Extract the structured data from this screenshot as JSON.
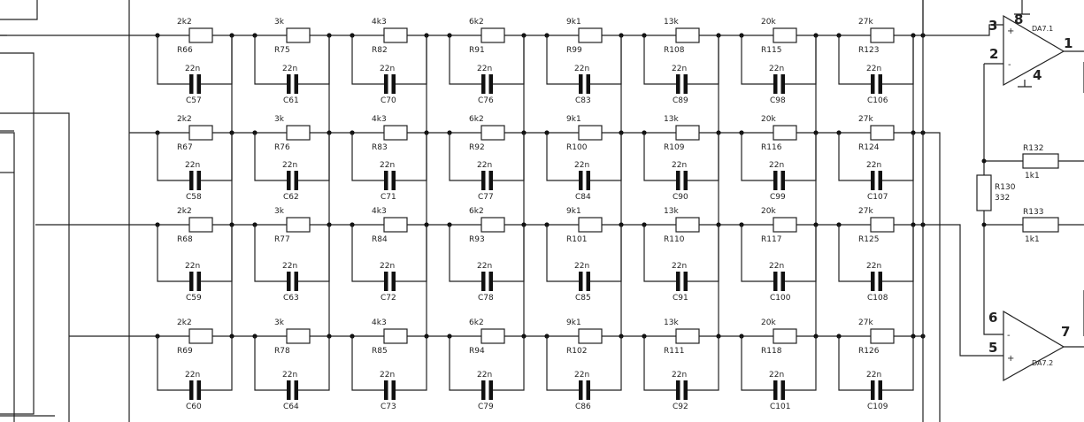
{
  "rows": [
    {
      "resistors": [
        {
          "value": "2k2",
          "ref": "R66"
        },
        {
          "value": "3k",
          "ref": "R75"
        },
        {
          "value": "4k3",
          "ref": "R82"
        },
        {
          "value": "6k2",
          "ref": "R91"
        },
        {
          "value": "9k1",
          "ref": "R99"
        },
        {
          "value": "13k",
          "ref": "R108"
        },
        {
          "value": "20k",
          "ref": "R115"
        },
        {
          "value": "27k",
          "ref": "R123"
        }
      ],
      "capacitors": [
        {
          "value": "22n",
          "ref": "C57"
        },
        {
          "value": "22n",
          "ref": "C61"
        },
        {
          "value": "22n",
          "ref": "C70"
        },
        {
          "value": "22n",
          "ref": "C76"
        },
        {
          "value": "22n",
          "ref": "C83"
        },
        {
          "value": "22n",
          "ref": "C89"
        },
        {
          "value": "22n",
          "ref": "C98"
        },
        {
          "value": "22n",
          "ref": "C106"
        }
      ]
    },
    {
      "resistors": [
        {
          "value": "2k2",
          "ref": "R67"
        },
        {
          "value": "3k",
          "ref": "R76"
        },
        {
          "value": "4k3",
          "ref": "R83"
        },
        {
          "value": "6k2",
          "ref": "R92"
        },
        {
          "value": "9k1",
          "ref": "R100"
        },
        {
          "value": "13k",
          "ref": "R109"
        },
        {
          "value": "20k",
          "ref": "R116"
        },
        {
          "value": "27k",
          "ref": "R124"
        }
      ],
      "capacitors": [
        {
          "value": "22n",
          "ref": "C58"
        },
        {
          "value": "22n",
          "ref": "C62"
        },
        {
          "value": "22n",
          "ref": "C71"
        },
        {
          "value": "22n",
          "ref": "C77"
        },
        {
          "value": "22n",
          "ref": "C84"
        },
        {
          "value": "22n",
          "ref": "C90"
        },
        {
          "value": "22n",
          "ref": "C99"
        },
        {
          "value": "22n",
          "ref": "C107"
        }
      ]
    },
    {
      "resistors": [
        {
          "value": "2k2",
          "ref": "R68"
        },
        {
          "value": "3k",
          "ref": "R77"
        },
        {
          "value": "4k3",
          "ref": "R84"
        },
        {
          "value": "6k2",
          "ref": "R93"
        },
        {
          "value": "9k1",
          "ref": "R101"
        },
        {
          "value": "13k",
          "ref": "R110"
        },
        {
          "value": "20k",
          "ref": "R117"
        },
        {
          "value": "27k",
          "ref": "R125"
        }
      ],
      "capacitors": [
        {
          "value": "22n",
          "ref": "C59"
        },
        {
          "value": "22n",
          "ref": "C63"
        },
        {
          "value": "22n",
          "ref": "C72"
        },
        {
          "value": "22n",
          "ref": "C78"
        },
        {
          "value": "22n",
          "ref": "C85"
        },
        {
          "value": "22n",
          "ref": "C91"
        },
        {
          "value": "22n",
          "ref": "C100"
        },
        {
          "value": "22n",
          "ref": "C108"
        }
      ]
    },
    {
      "resistors": [
        {
          "value": "2k2",
          "ref": "R69"
        },
        {
          "value": "3k",
          "ref": "R78"
        },
        {
          "value": "4k3",
          "ref": "R85"
        },
        {
          "value": "6k2",
          "ref": "R94"
        },
        {
          "value": "9k1",
          "ref": "R102"
        },
        {
          "value": "13k",
          "ref": "R111"
        },
        {
          "value": "20k",
          "ref": "R118"
        },
        {
          "value": "27k",
          "ref": "R126"
        }
      ],
      "capacitors": [
        {
          "value": "22n",
          "ref": "C60"
        },
        {
          "value": "22n",
          "ref": "C64"
        },
        {
          "value": "22n",
          "ref": "C73"
        },
        {
          "value": "22n",
          "ref": "C79"
        },
        {
          "value": "22n",
          "ref": "C86"
        },
        {
          "value": "22n",
          "ref": "C92"
        },
        {
          "value": "22n",
          "ref": "C101"
        },
        {
          "value": "22n",
          "ref": "C109"
        }
      ]
    }
  ],
  "extra_resistors": [
    {
      "ref": "R132",
      "value": "1k1"
    },
    {
      "ref": "R130",
      "value": "332"
    },
    {
      "ref": "R133",
      "value": "1k1"
    }
  ],
  "opamps": [
    {
      "ref": "DA7.1",
      "pins": {
        "noninverting": "3",
        "inverting": "2",
        "output": "1",
        "supply_pos": "8",
        "supply_neg": "4"
      },
      "signs": {
        "top": "+",
        "bottom": "-"
      }
    },
    {
      "ref": "DA7.2",
      "pins": {
        "inverting": "6",
        "noninverting": "5",
        "output": "7"
      },
      "signs": {
        "top": "-",
        "bottom": "+"
      }
    }
  ]
}
